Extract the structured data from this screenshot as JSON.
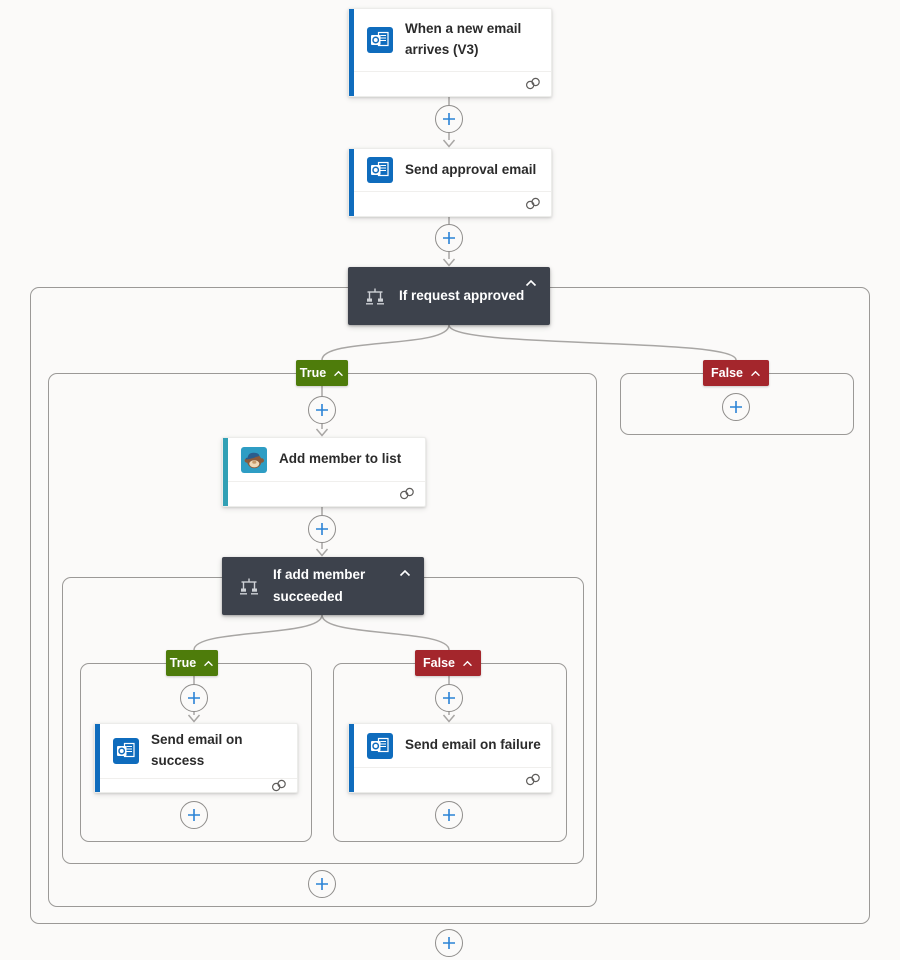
{
  "flow": {
    "trigger": {
      "title": "When a new email arrives (V3)",
      "icon": "outlook-icon"
    },
    "send_approval": {
      "title": "Send approval email",
      "icon": "outlook-icon"
    },
    "if_request": {
      "title": "If request approved",
      "icon": "condition-icon"
    },
    "outer_true": {
      "label": "True"
    },
    "outer_false": {
      "label": "False"
    },
    "add_member": {
      "title": "Add member to list",
      "icon": "mailchimp-icon"
    },
    "if_add_member": {
      "title": "If add member succeeded",
      "icon": "condition-icon"
    },
    "inner_true": {
      "label": "True"
    },
    "inner_false": {
      "label": "False"
    },
    "send_success": {
      "title": "Send email on success",
      "icon": "outlook-icon"
    },
    "send_failure": {
      "title": "Send email on failure",
      "icon": "outlook-icon"
    }
  },
  "colors": {
    "accent_outlook": "#0f6cbd",
    "accent_mailchimp": "#32a0b5",
    "condition_card": "#3d424c",
    "true_badge": "#4e7c0b",
    "false_badge": "#a4262c",
    "connector": "#a8a6a4",
    "plus_glyph": "#2b83d6",
    "canvas_background": "#fbfaf9"
  }
}
